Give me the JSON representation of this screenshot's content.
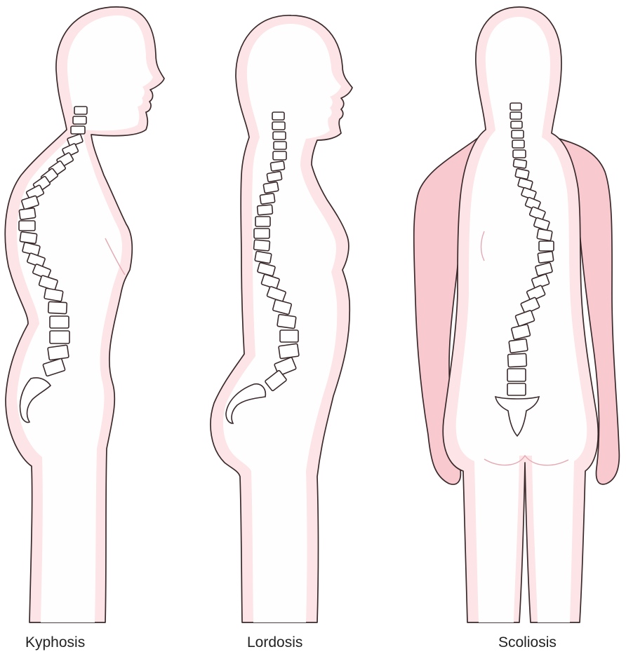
{
  "figures": [
    {
      "id": "kyphosis",
      "label": "Kyphosis"
    },
    {
      "id": "lordosis",
      "label": "Lordosis"
    },
    {
      "id": "scoliosis",
      "label": "Scoliosis"
    }
  ],
  "colors": {
    "body_fill": "#fde4e6",
    "body_shade": "#f8c9cf",
    "outline": "#3a2a2c",
    "vertebra_fill": "#ffffff"
  }
}
